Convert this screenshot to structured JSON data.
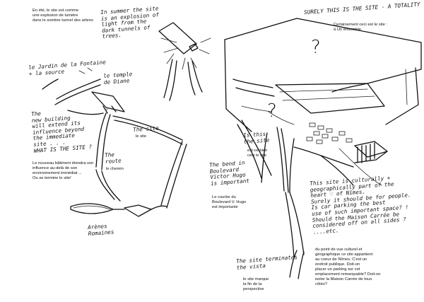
{
  "notes": {
    "top_left_fr": "En été, le site est comme\nune explosion de lumière\ndans le sombre tunnel des arbres",
    "top_left_en": "In summer the site\nis an explosion of\nlight from the\ndark tunnels of\ntrees.",
    "jardin": "le Jardin de la Fontaine\n+ la source",
    "temple": "le temple\nde Diane",
    "new_building_en": "The\nnew building\nwill extend its\ninfluence beyond\nthe immediate\nsite . . .\nWHAT IS THE SITE ?",
    "new_building_fr": "Le nouveau bâtiment étendra son\ninfluence au-delà de son\nenvironnement immédiat ...\nOu se termine le site!",
    "the_site_en": "The site",
    "the_site_fr": "le site",
    "the_route_en": "The\nroute",
    "the_route_fr": "le chemin",
    "is_this_en": "Is this\nthe site",
    "is_this_fr": "est-ce bien\nceci le site",
    "bend_en": "The bend in\nBoulevard\nVictor Hugo\nis important",
    "bend_fr": "Le courbe du\nBoulevard V. Hugo\nest importante",
    "arenes": "Arènes\nRomaines",
    "surely_en": "SURELY THIS IS THE SITE - A TOTALITY",
    "surely_fr": "Certainement ceci est le site :\nà Un ensemble",
    "cultural_en": "This site is culturally +\ngeographically part of the\nheart ♡ of Nîmes.\nSurely it should be for people.\nIs car parking the best\nuse of such important space? !\nShould the Maison Carrée be\nconsidered off on all sides ? ....etc.",
    "cultural_fr": "du point de vue culturel et\ngéographique ce site appartient\nau coeur de Nîmes. C'est un\nendroit publique. Doit-on\nplacer un parking sur cet\nemplacement remarquable? Doit-on\nisoler la Maison Carrée de tous\ncôtés?",
    "terminates_en": "The site terminates\nthe vista",
    "terminates_fr": "le site marque\nla fin de la\nperspective",
    "question_mark": "?"
  }
}
